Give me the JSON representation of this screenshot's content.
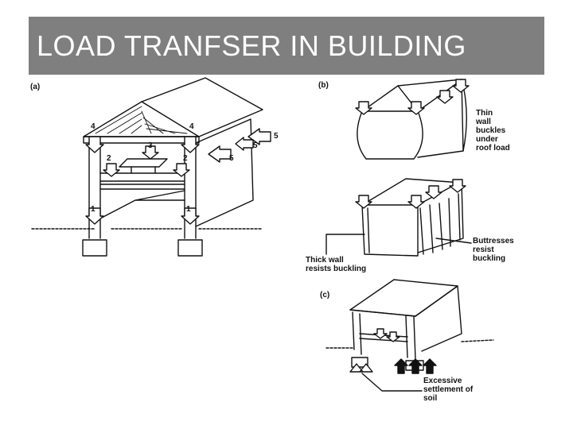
{
  "title": "LOAD TRANFSER IN BUILDING",
  "panels": {
    "a": "(a)",
    "b": "(b)",
    "c": "(c)"
  },
  "numbers": [
    "4",
    "4",
    "3",
    "2",
    "2",
    "5",
    "5",
    "5",
    "1",
    "1"
  ],
  "labels": {
    "thin_wall": [
      "Thin",
      "wall",
      "buckles",
      "under",
      "roof load"
    ],
    "thick_wall": [
      "Thick wall",
      "resists buckling"
    ],
    "buttresses": [
      "Buttresses",
      "resist",
      "buckling"
    ],
    "settlement": [
      "Excessive",
      "settlement of",
      "soil"
    ]
  }
}
